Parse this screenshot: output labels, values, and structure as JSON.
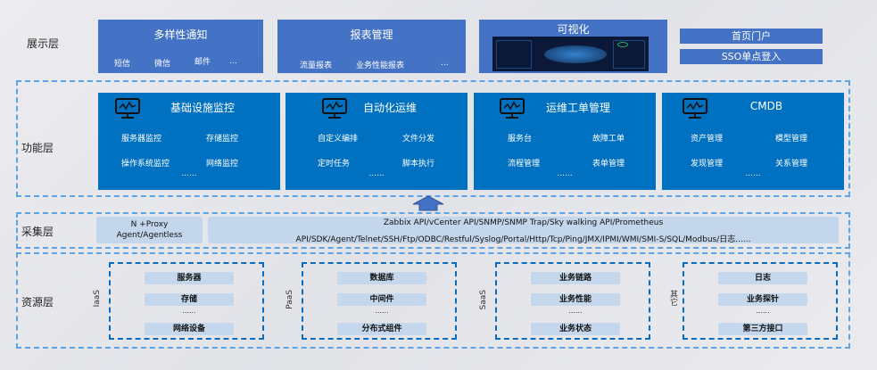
{
  "layers": {
    "display": "展示层",
    "function": "功能层",
    "collect": "采集层",
    "resource": "资源层"
  },
  "display": {
    "notify": {
      "title": "多样性通知",
      "items": [
        "短信",
        "微信",
        "邮件",
        "..."
      ]
    },
    "report": {
      "title": "报表管理",
      "items": [
        "流量报表",
        "业务性能报表",
        "..."
      ]
    },
    "visual": {
      "title": "可视化"
    },
    "portal": "首页门户",
    "sso": "SSO单点登入"
  },
  "cards": [
    {
      "title": "基础设施监控",
      "items": [
        "服务器监控",
        "存储监控",
        "操作系统监控",
        "网络监控"
      ],
      "more": "......"
    },
    {
      "title": "自动化运维",
      "items": [
        "自定义编排",
        "文件分发",
        "定时任务",
        "脚本执行"
      ],
      "more": "......"
    },
    {
      "title": "运维工单管理",
      "items": [
        "服务台",
        "故障工单",
        "流程管理",
        "表单管理"
      ],
      "more": "......"
    },
    {
      "title": "CMDB",
      "items": [
        "资产管理",
        "模型管理",
        "发现管理",
        "关系管理"
      ],
      "more": "......"
    }
  ],
  "collect": {
    "proxy": [
      "N +Proxy",
      "Agent/Agentless"
    ],
    "apis": [
      "Zabbix API/vCenter API/SNMP/SNMP Trap/Sky walking API/Prometheus",
      "API/SDK/Agent/Telnet/SSH/Ftp/ODBC/Restful/Syslog/Portal/Http/Tcp/Ping/JMX/IPMI/WMI/SMI-S/SQL/Modbus/日志......"
    ]
  },
  "resources": [
    {
      "label": "IaaS",
      "items": [
        "服务器",
        "存储",
        "网络设备"
      ],
      "more": "......"
    },
    {
      "label": "PaaS",
      "items": [
        "数据库",
        "中间件",
        "分布式组件"
      ],
      "more": "......"
    },
    {
      "label": "SaaS",
      "items": [
        "业务链路",
        "业务性能",
        "业务状态"
      ],
      "more": "......"
    },
    {
      "label": "其它",
      "items": [
        "日志",
        "业务探针",
        "第三方接口"
      ],
      "more": "......"
    }
  ],
  "colors": {
    "top": "#4472c4",
    "card": "#0070c0",
    "dash": "#5da3e8"
  }
}
